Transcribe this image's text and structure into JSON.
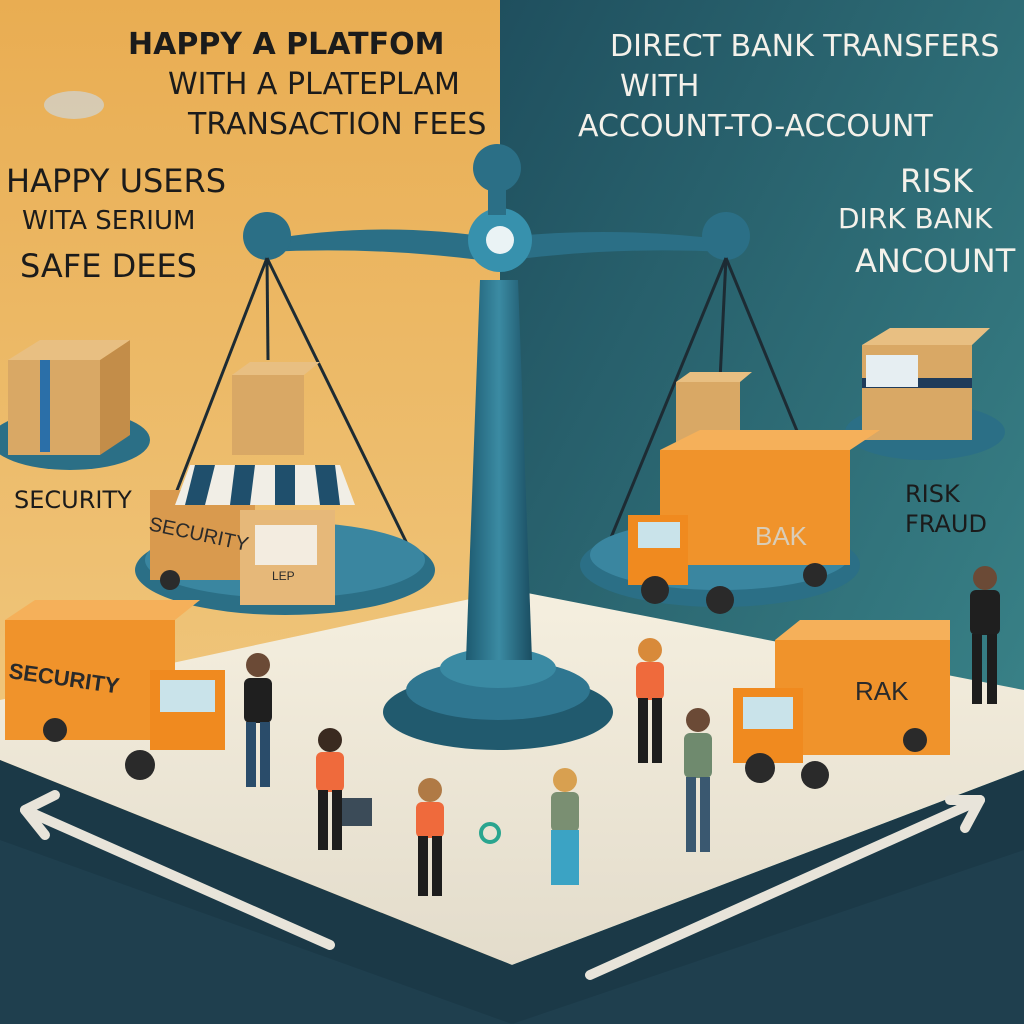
{
  "left_headline": {
    "line1": "HAPPY A PLATFOM",
    "line2": "WITH A PLATEPLAM",
    "line3": "TRANSACTION FEES"
  },
  "left_sub": {
    "line1": "HAPPY USERS",
    "line2": "WITA SERIUM",
    "line3": "SAFE DEES"
  },
  "right_headline": {
    "line1": "DIRECT BANK TRANSFERS",
    "line2": "WITH",
    "line3": "ACCOUNT-TO-ACCOUNT"
  },
  "right_sub": {
    "line1": "RISK",
    "line2": "DIRK BANK",
    "line3": "ANCOUNT"
  },
  "left_caption": "SECURITY",
  "right_caption": {
    "line1": "RISK",
    "line2": "FRAUD"
  },
  "stall_text": "SECURITY",
  "stall_tag": "LEP",
  "truck_left_text": "SECURITY",
  "truck_right_top_text": "BAK",
  "truck_right_bottom_text": "RAK",
  "colors": {
    "left_bg": "#e9b25a",
    "right_bg": "#2f6d76",
    "scale": "#2b6f86",
    "box": "#d9a865",
    "truck": "#f0932b"
  }
}
